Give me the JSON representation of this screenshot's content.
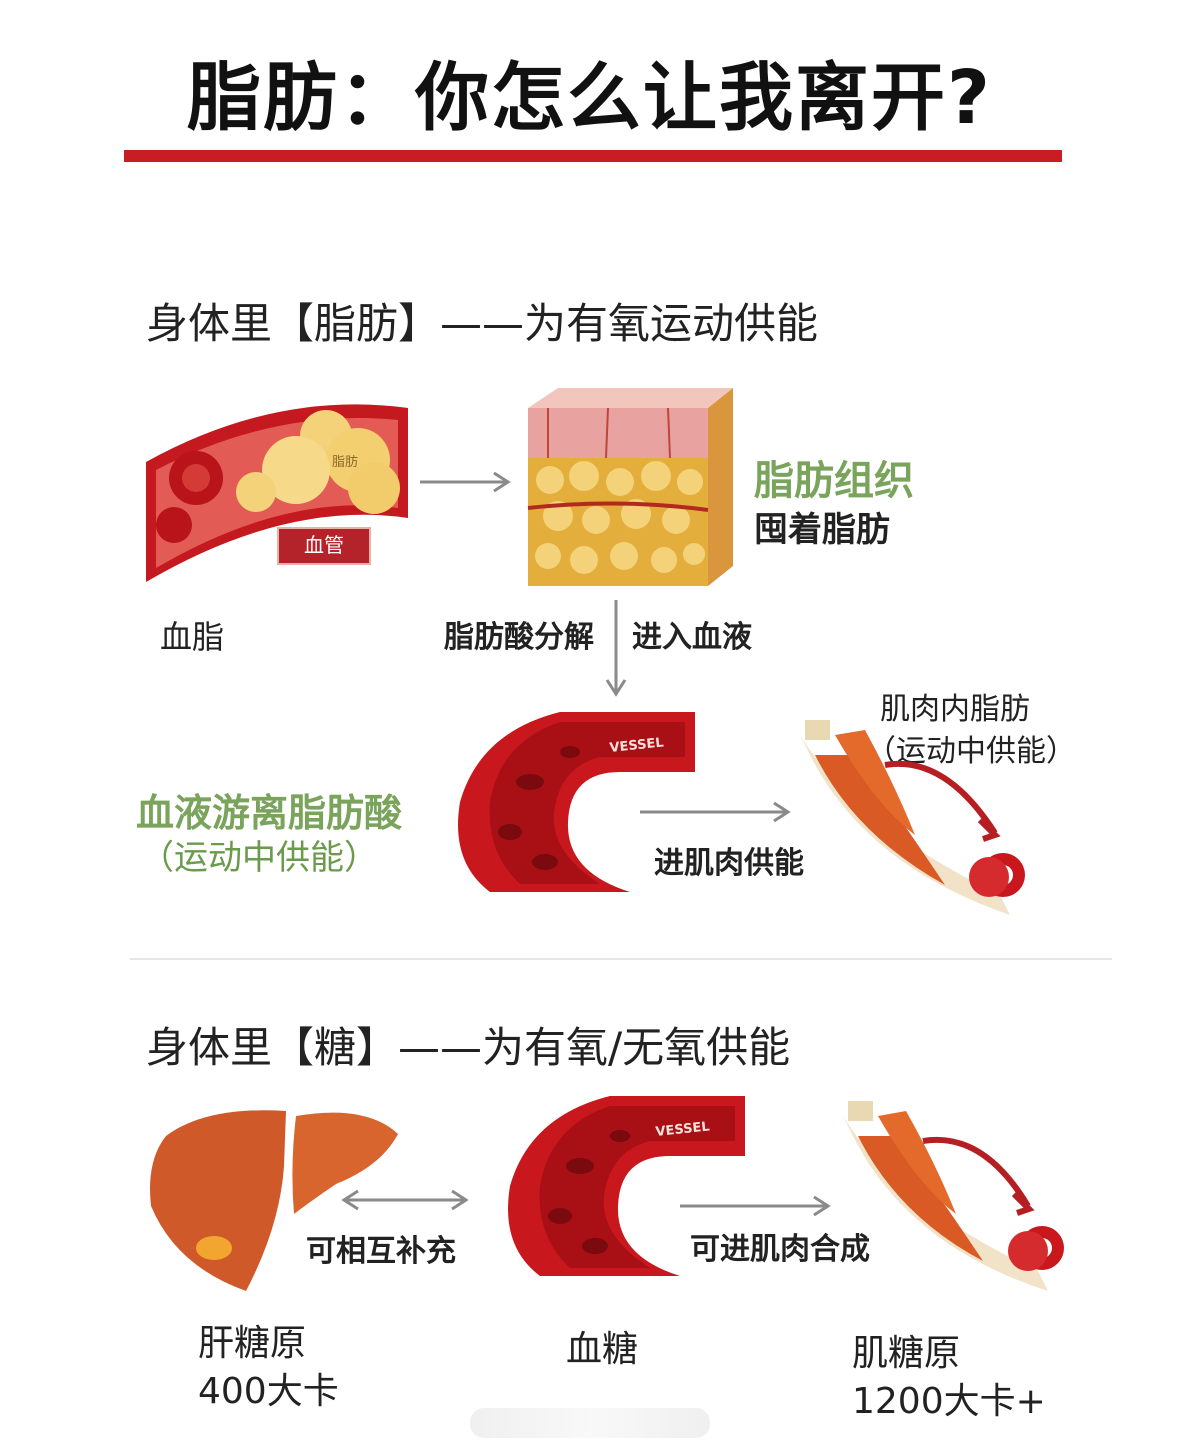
{
  "title": "脂肪：你怎么让我离开?",
  "section1": {
    "heading": "身体里【脂肪】——为有氧运动供能",
    "vessel_fat_label": "脂肪",
    "vessel_tag": "血管",
    "blood_lipid": "血脂",
    "tissue_title": "脂肪组织",
    "tissue_sub": "囤着脂肪",
    "breakdown_left": "脂肪酸分解",
    "breakdown_right": "进入血液",
    "ffa_title": "血液游离脂肪酸",
    "ffa_sub": "（运动中供能）",
    "vessel_text": "VESSEL",
    "to_muscle": "进肌肉供能",
    "imtg_title": "肌肉内脂肪",
    "imtg_sub": "（运动中供能）"
  },
  "section2": {
    "heading": "身体里【糖】——为有氧/无氧供能",
    "vessel_text": "VESSEL",
    "mutual": "可相互补充",
    "to_muscle": "可进肌肉合成",
    "liver_name": "肝糖原",
    "liver_kcal": "400大卡",
    "blood_sugar": "血糖",
    "muscle_name": "肌糖原",
    "muscle_kcal": "1200大卡+"
  },
  "colors": {
    "accent_red": "#c81d22",
    "green": "#7aa35b",
    "arrow_gray": "#8a8a8a",
    "vessel_red": "#c8171d",
    "fat_yellow": "#f4d27a",
    "liver": "#d0592a"
  }
}
